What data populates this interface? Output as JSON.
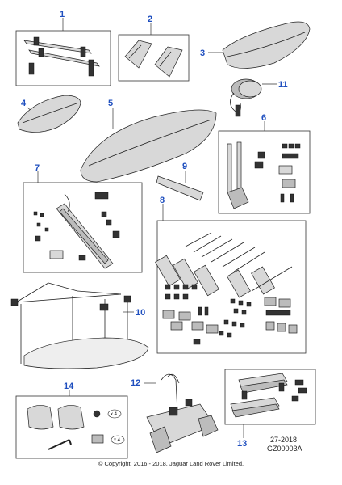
{
  "callouts": {
    "c1": "1",
    "c2": "2",
    "c3": "3",
    "c4": "4",
    "c5": "5",
    "c6": "6",
    "c7": "7",
    "c8": "8",
    "c9": "9",
    "c10": "10",
    "c11": "11",
    "c12": "12",
    "c13": "13",
    "c14": "14"
  },
  "badges": {
    "x4a": "x 4",
    "x4b": "x 4"
  },
  "footer": {
    "ref_code": "27-2018",
    "ref_id": "GZ00003A",
    "copyright": "© Copyright, 2016 - 2018. Jaguar Land Rover Limited."
  }
}
